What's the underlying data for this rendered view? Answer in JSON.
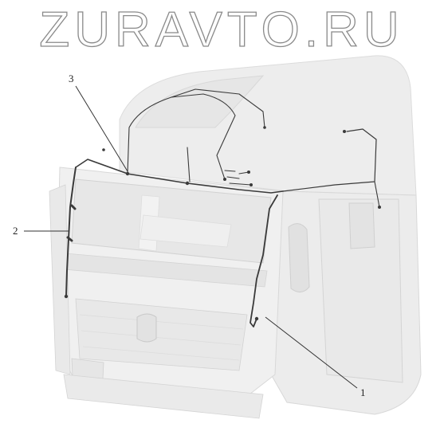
{
  "watermark": {
    "text": "ZURAVTO.RU"
  },
  "callouts": [
    {
      "id": "1",
      "label": "1"
    },
    {
      "id": "2",
      "label": "2"
    },
    {
      "id": "3",
      "label": "3"
    }
  ],
  "colors": {
    "cab_fill": "#efefef",
    "cab_shade": "#e2e2e2",
    "cab_edge": "#d6d6d6",
    "harness": "#3a3a3a",
    "leader": "#333333"
  }
}
